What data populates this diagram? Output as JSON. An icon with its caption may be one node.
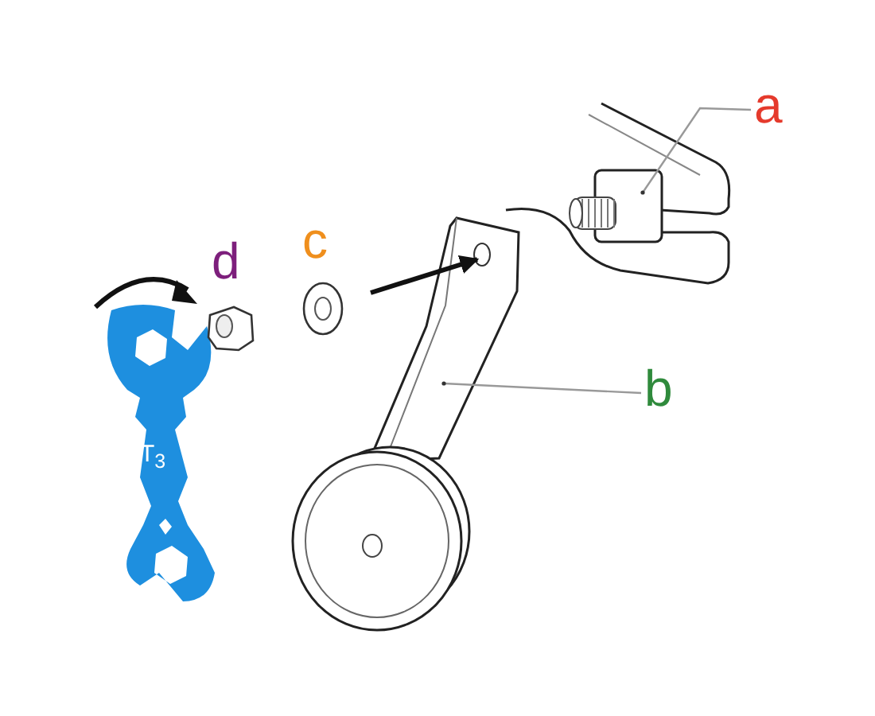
{
  "diagram": {
    "nodes": [
      {
        "text": [
          "a"
        ]
      },
      {
        "text": [],
        "shape": "picture"
      },
      {
        "text": [
          "b"
        ]
      },
      {
        "text": [],
        "shape": "picture"
      }
    ],
    "edges": [
      {
        "from": 0,
        "to": 1,
        "arrow": "none"
      },
      {
        "from": 2,
        "to": 3,
        "arrow": "none"
      },
      {
        "from": null,
        "to": 3,
        "arrow": "to",
        "style": "thick",
        "color": "#111111"
      }
    ],
    "labels": [
      "d",
      "c",
      "T$_{3}$"
    ]
  }
}
